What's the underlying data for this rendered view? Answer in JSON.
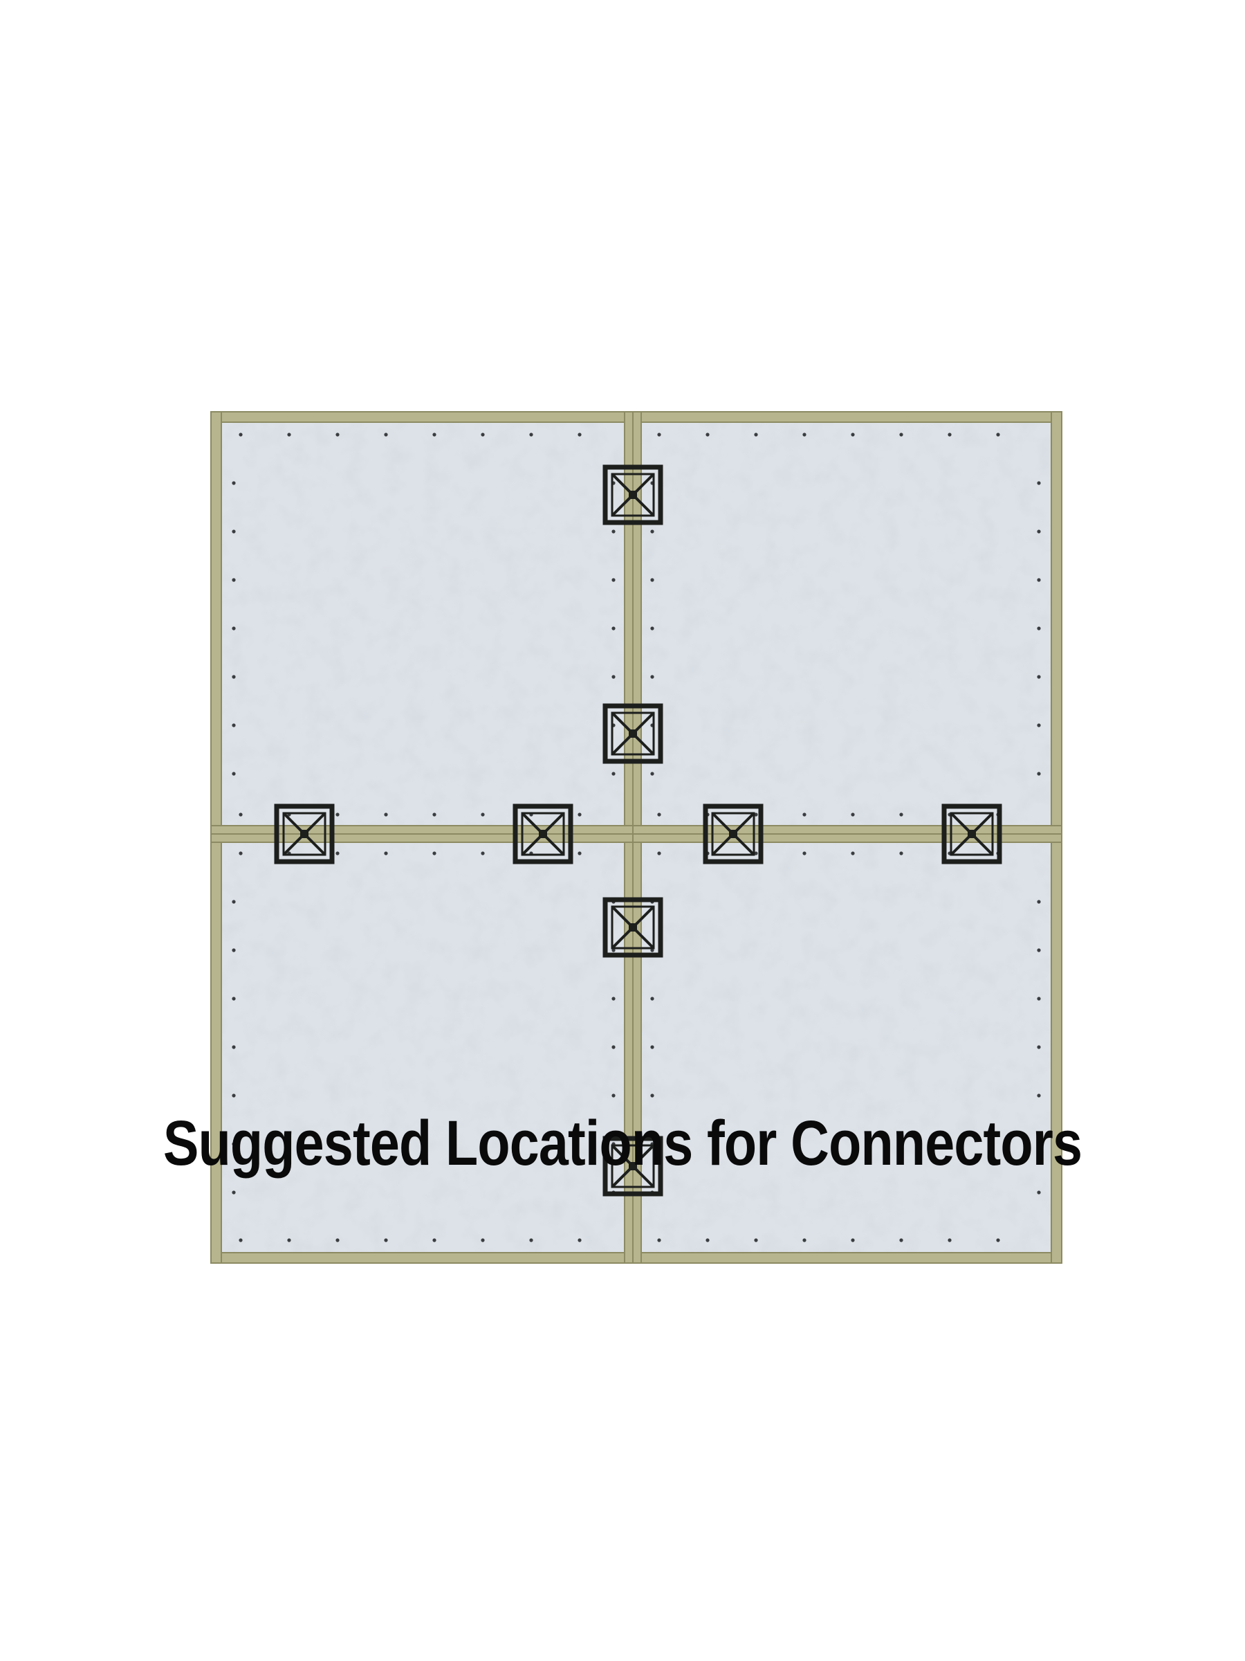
{
  "caption": "Suggested Locations for Connectors",
  "colors": {
    "background": "#ffffff",
    "panel": "#dde2e8",
    "panel_speckle": "#a9b2bd",
    "frame": "#b7b58e",
    "frame_edge": "#8c8a62",
    "connector": "#1d1f1d",
    "caption_text": "#0a0a0a"
  },
  "diagram": {
    "panel_count": 4,
    "connector_count": 8,
    "connector_icon": "square-x-connector-icon"
  }
}
